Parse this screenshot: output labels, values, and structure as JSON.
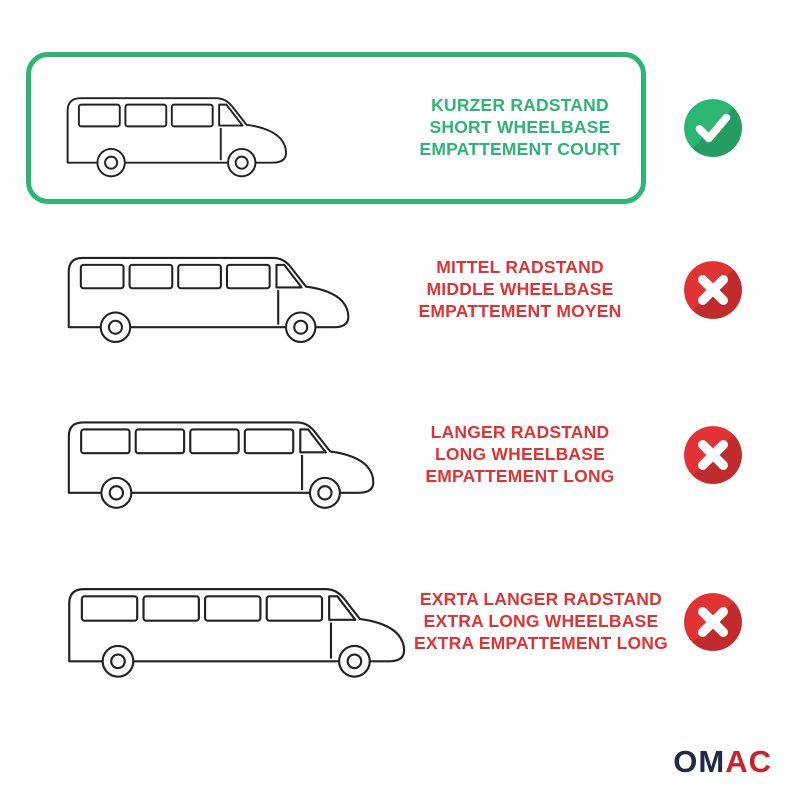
{
  "colors": {
    "green": "#2bb673",
    "red": "#e23334",
    "logo_navy": "#20294a",
    "logo_red": "#ce2027"
  },
  "options": [
    {
      "lines": [
        "KURZER RADSTAND",
        "SHORT WHEELBASE",
        "EMPATTEMENT COURT"
      ],
      "status": "included",
      "icon": "check-icon",
      "selected": true
    },
    {
      "lines": [
        "MITTEL RADSTAND",
        "MIDDLE WHEELBASE",
        "EMPATTEMENT MOYEN"
      ],
      "status": "excluded",
      "icon": "x-icon",
      "selected": false
    },
    {
      "lines": [
        "LANGER RADSTAND",
        "LONG WHEELBASE",
        "EMPATTEMENT LONG"
      ],
      "status": "excluded",
      "icon": "x-icon",
      "selected": false
    },
    {
      "lines": [
        "EXRTA LANGER RADSTAND",
        "EXTRA LONG WHEELBASE",
        "EXTRA EMPATTEMENT LONG"
      ],
      "status": "excluded",
      "icon": "x-icon",
      "selected": false
    }
  ],
  "logo": {
    "part1": "OM",
    "part2": "AC"
  }
}
